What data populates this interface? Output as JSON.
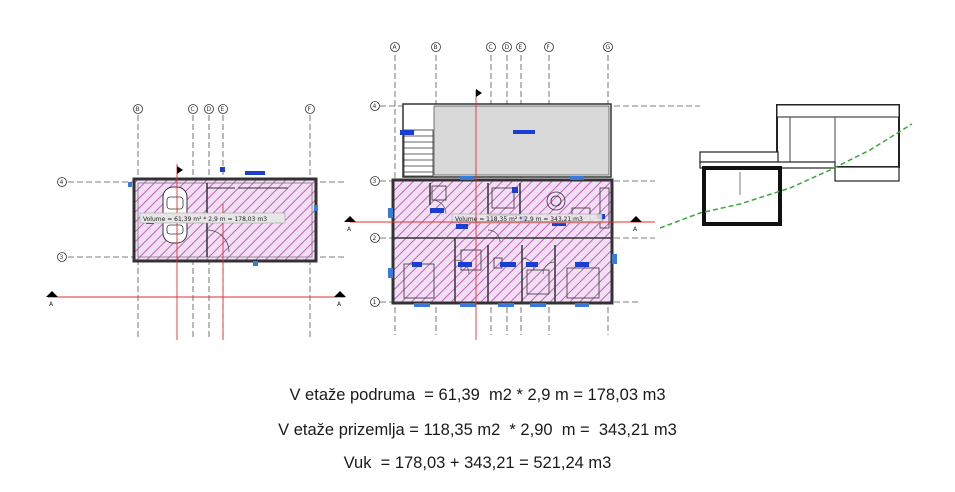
{
  "plans": {
    "basement": {
      "grid_top": [
        "B",
        "C",
        "D",
        "E",
        "F"
      ],
      "grid_left": [
        "4",
        "3"
      ],
      "tag": "Volume = 61,39 m² * 2,9 m = 178,03 m3",
      "section_marks": [
        "A",
        "A"
      ]
    },
    "ground": {
      "grid_top": [
        "A",
        "B",
        "C",
        "D",
        "E",
        "F",
        "G"
      ],
      "grid_left": [
        "4",
        "3",
        "2",
        "1"
      ],
      "tag": "Volume = 118,35 m² * 2,9 m = 343,21 m3",
      "section_marks": [
        "A",
        "A"
      ]
    }
  },
  "calculation": {
    "line1": "V etaže podruma  = 61,39  m2 * 2,9 m = 178,03 m3",
    "line2": "V etaže prizemlja = 118,35 m2  * 2,90  m =  343,21 m3",
    "line3": "Vuk  = 178,03 + 343,21 = 521,24 m3"
  },
  "colors": {
    "hatch": "#c060c0",
    "grid_line": "#444444",
    "section_line": "#e03030",
    "tag_blue": "#1a3fd0",
    "terrain": "#3aa83a",
    "roof_gray": "#d9d9d9"
  }
}
